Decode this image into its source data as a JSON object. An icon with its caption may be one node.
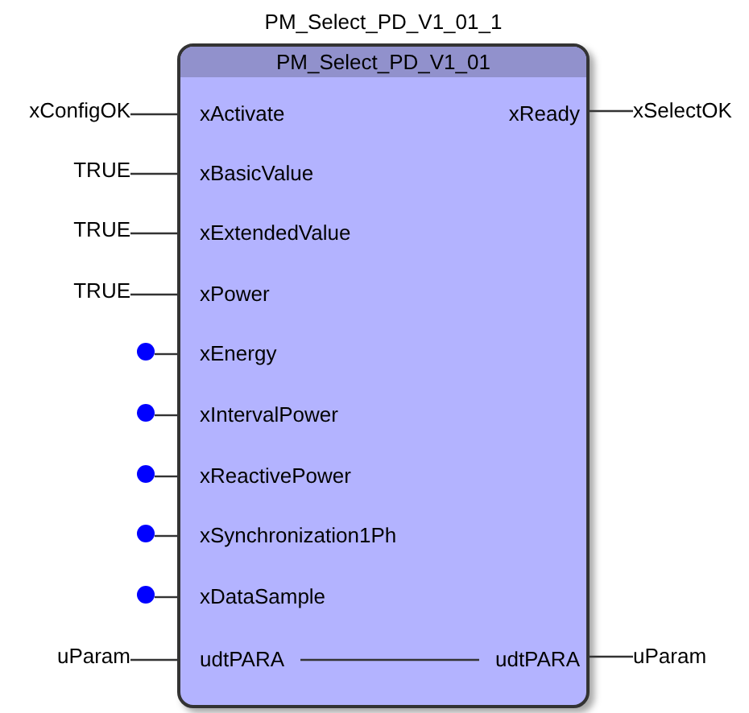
{
  "diagram": {
    "nodes": [
      {
        "text": [
          "PM_Select_PD_V1_01_1",
          "PM_Select_PD_V1_01"
        ]
      },
      {
        "text": [
          "xConfigOK"
        ]
      },
      {
        "text": [
          "xActivate"
        ],
        "in": 0
      },
      {
        "text": [
          "xReady"
        ],
        "in": 0
      },
      {
        "text": [
          "xSelectOK"
        ]
      },
      {
        "text": [
          "TRUE"
        ]
      },
      {
        "text": [
          "xBasicValue"
        ],
        "in": 0
      },
      {
        "text": [
          "TRUE"
        ]
      },
      {
        "text": [
          "xExtendedValue"
        ],
        "in": 0
      },
      {
        "text": [
          "TRUE"
        ]
      },
      {
        "text": [
          "xPower"
        ],
        "in": 0
      },
      {
        "text": [],
        "shape": "circle"
      },
      {
        "text": [
          "xEnergy"
        ],
        "in": 0
      },
      {
        "text": [],
        "shape": "circle"
      },
      {
        "text": [
          "xIntervalPower"
        ],
        "in": 0
      },
      {
        "text": [],
        "shape": "circle"
      },
      {
        "text": [
          "xReactivePower"
        ],
        "in": 0
      },
      {
        "text": [],
        "shape": "circle"
      },
      {
        "text": [
          "xSynchronization1Ph"
        ],
        "in": 0
      },
      {
        "text": [],
        "shape": "circle"
      },
      {
        "text": [
          "xDataSample"
        ],
        "in": 0
      },
      {
        "text": [
          "uParam"
        ]
      },
      {
        "text": [
          "udtPARA"
        ],
        "in": 0
      },
      {
        "text": [
          "udtPARA"
        ],
        "in": 0
      },
      {
        "text": [
          "uParam"
        ]
      }
    ],
    "edges": [
      {
        "from": 1,
        "to": 2,
        "arrow": "none"
      },
      {
        "from": 3,
        "to": 4,
        "arrow": "none"
      },
      {
        "from": 5,
        "to": 6,
        "arrow": "none"
      },
      {
        "from": 7,
        "to": 8,
        "arrow": "none"
      },
      {
        "from": 9,
        "to": 10,
        "arrow": "none"
      },
      {
        "from": 11,
        "to": 12,
        "arrow": "none"
      },
      {
        "from": 13,
        "to": 14,
        "arrow": "none"
      },
      {
        "from": 15,
        "to": 16,
        "arrow": "none"
      },
      {
        "from": 17,
        "to": 18,
        "arrow": "none"
      },
      {
        "from": 19,
        "to": 20,
        "arrow": "none"
      },
      {
        "from": 21,
        "to": 22,
        "arrow": "none"
      },
      {
        "from": 22,
        "to": 23,
        "arrow": "none"
      },
      {
        "from": 23,
        "to": 24,
        "arrow": "none"
      }
    ]
  }
}
